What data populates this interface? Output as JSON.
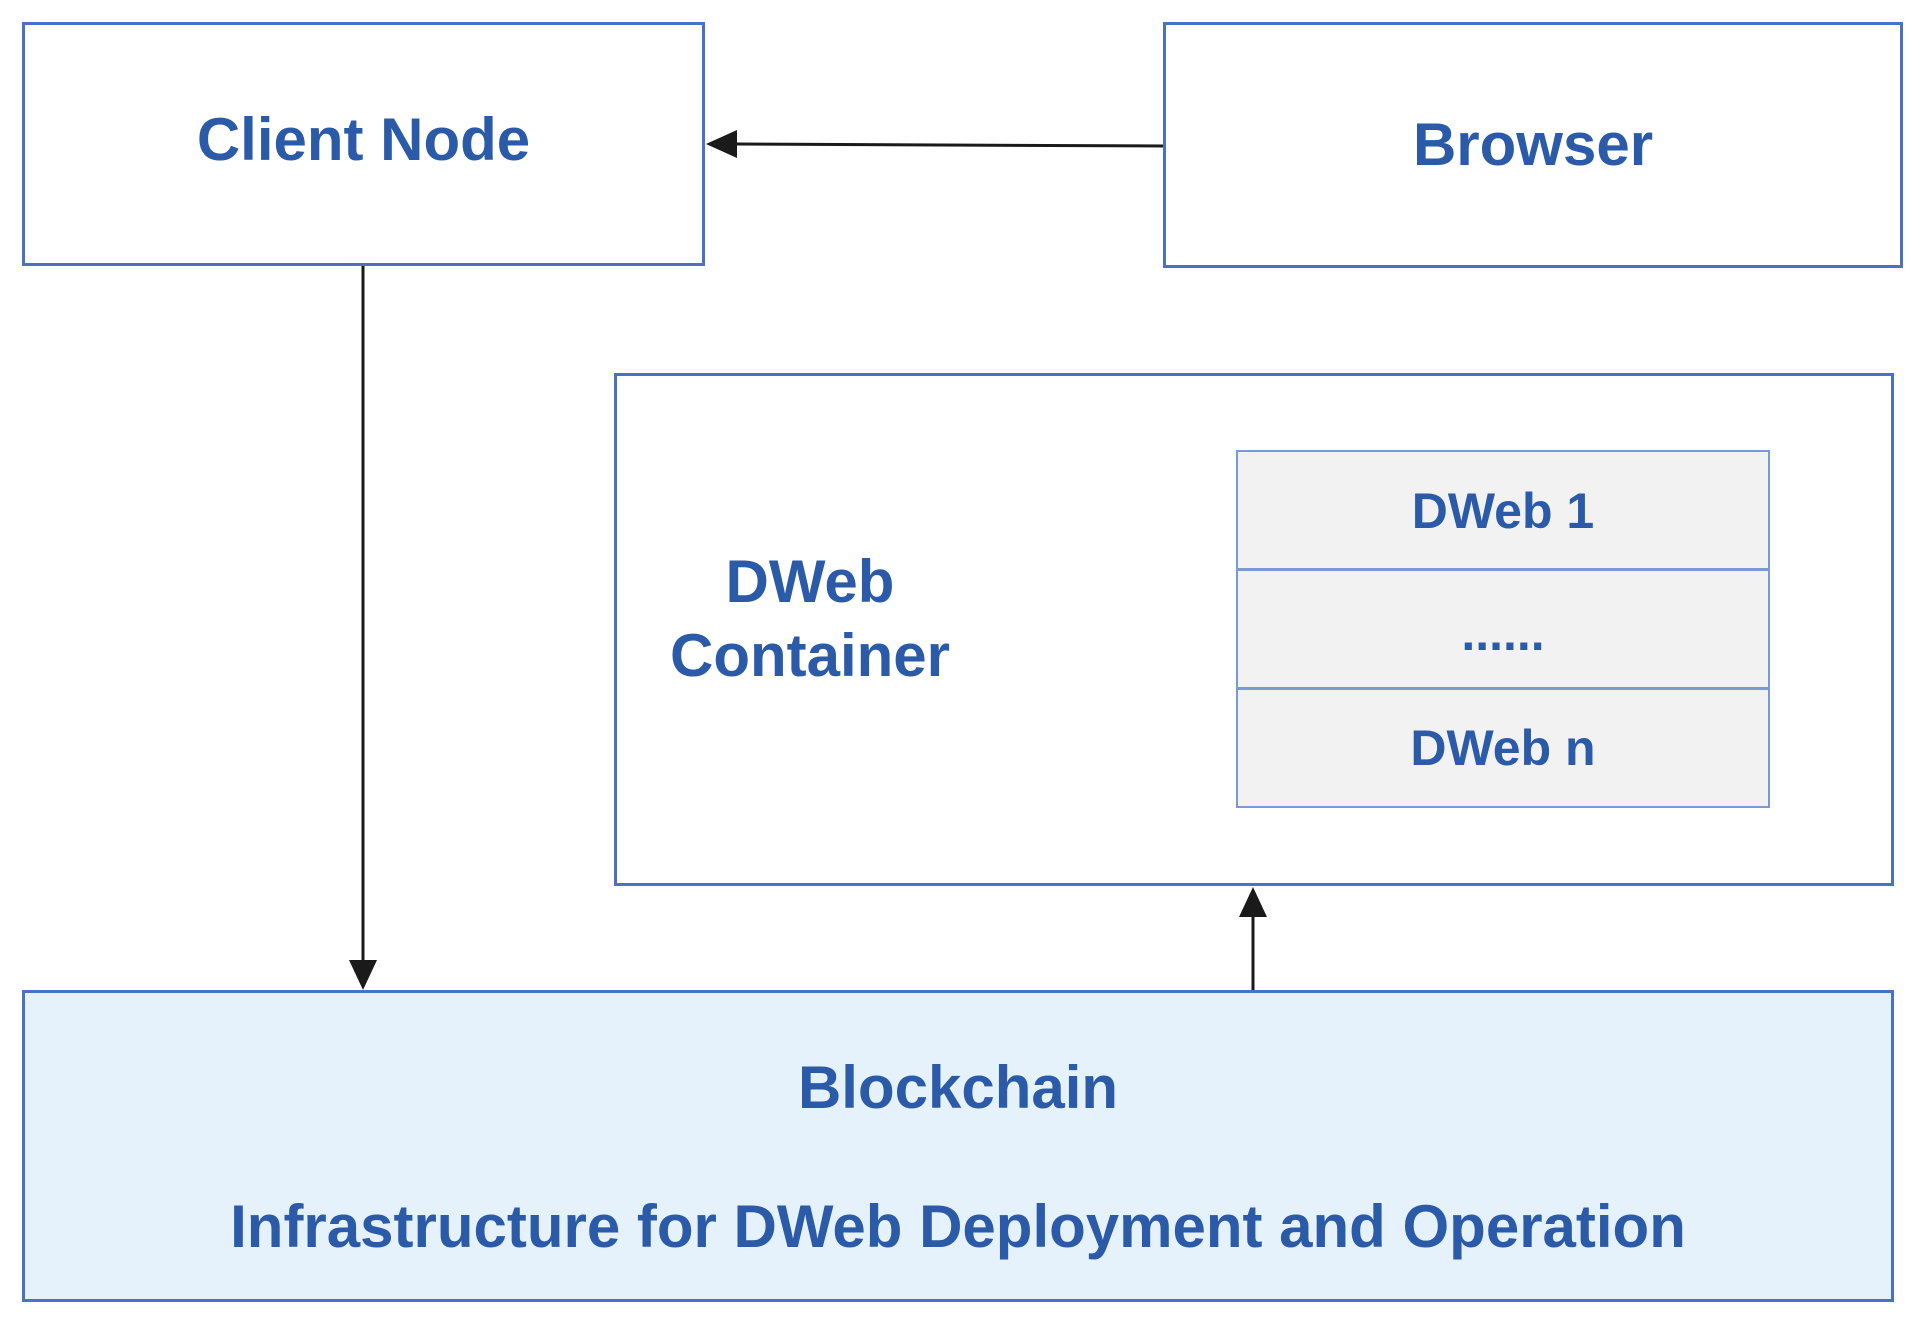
{
  "nodes": {
    "client_node": "Client Node",
    "browser": "Browser",
    "container_line1": "DWeb",
    "container_line2": "Container",
    "dweb_first": "DWeb 1",
    "dweb_ellipsis": "......",
    "dweb_last": "DWeb n",
    "blockchain_title": "Blockchain",
    "blockchain_subtitle": "Infrastructure for DWeb Deployment and Operation"
  },
  "colors": {
    "text": "#2a5aa8",
    "border": "#4a72c4",
    "blockchain_fill": "#e6f2fb",
    "stack_fill": "#f2f2f2",
    "arrow": "#1a1a1a"
  }
}
